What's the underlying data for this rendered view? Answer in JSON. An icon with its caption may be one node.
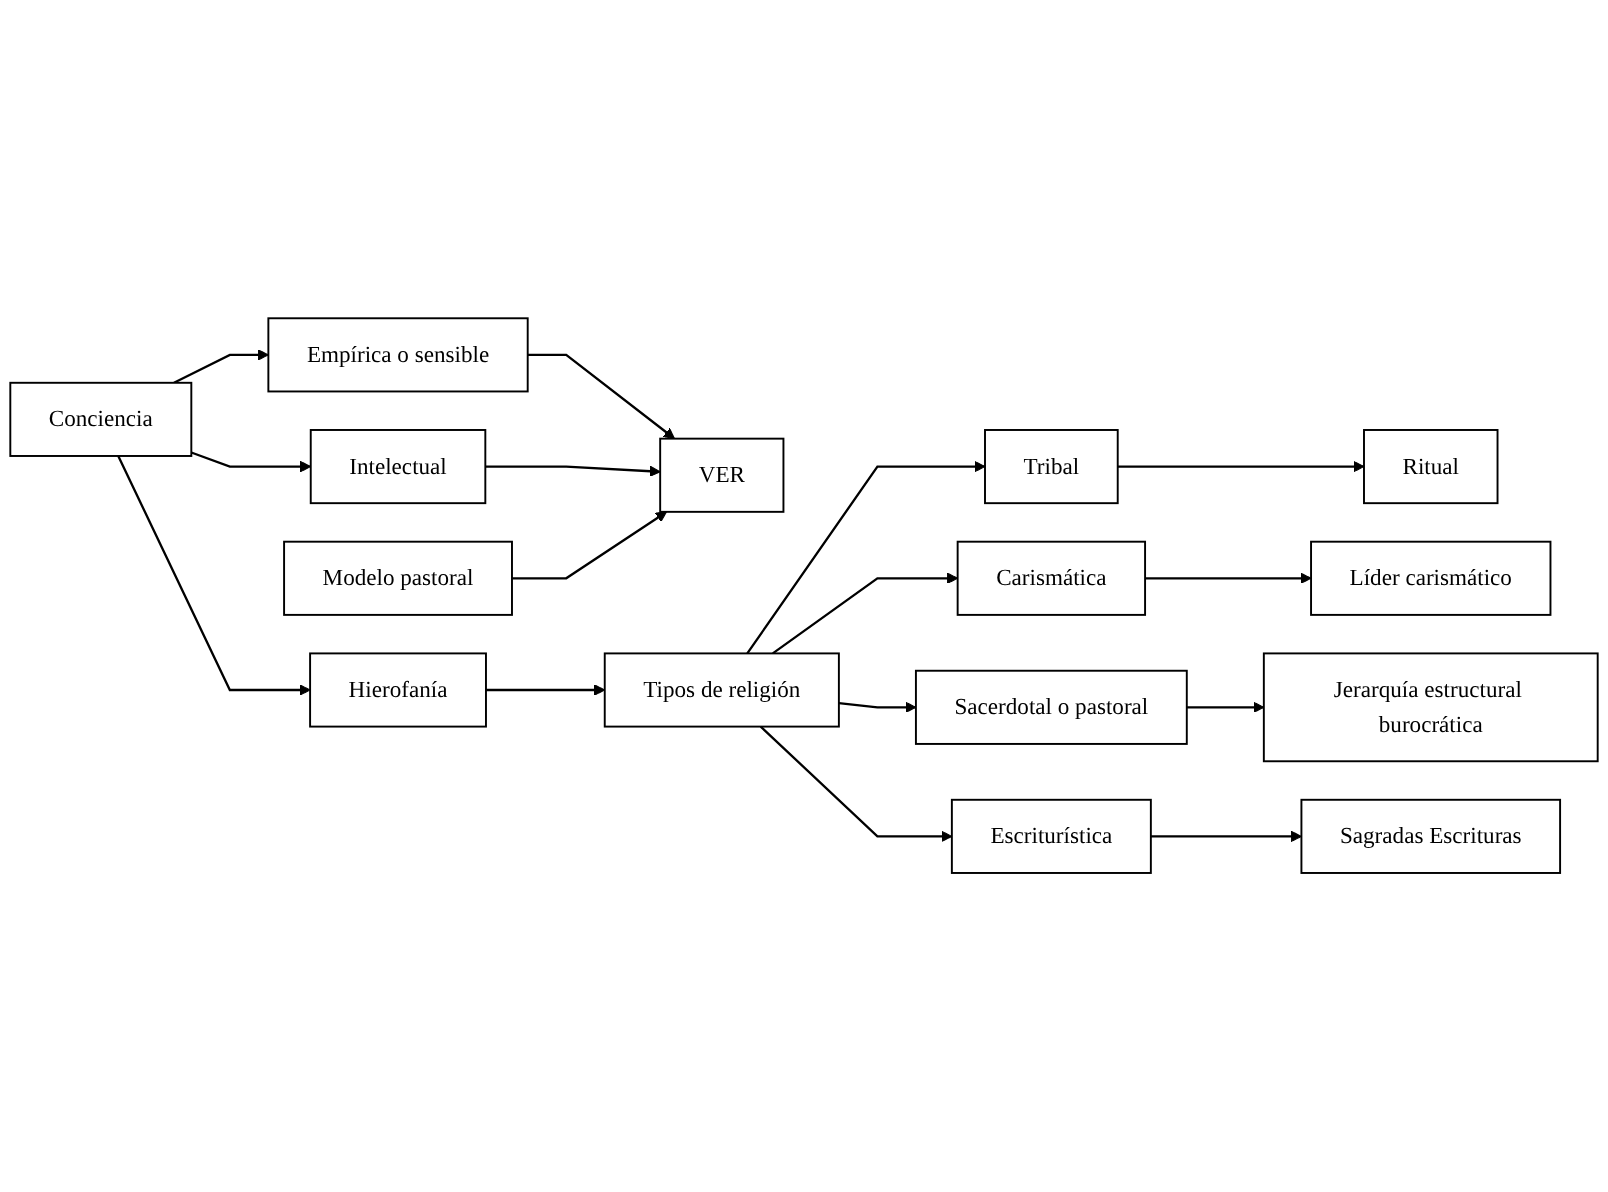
{
  "diagram": {
    "nodes": [
      {
        "text": [
          "Conciencia"
        ]
      },
      {
        "text": [
          "Empírica o sensible"
        ]
      },
      {
        "text": [
          "Intelectual"
        ]
      },
      {
        "text": [
          "VER"
        ]
      },
      {
        "text": [
          "Modelo pastoral"
        ]
      },
      {
        "text": [
          "Hierofanía"
        ]
      },
      {
        "text": [
          "Tipos de religión"
        ]
      },
      {
        "text": [
          "Tribal"
        ]
      },
      {
        "text": [
          "Ritual"
        ]
      },
      {
        "text": [
          "Carismática"
        ]
      },
      {
        "text": [
          "Líder carismático"
        ]
      },
      {
        "text": [
          "Sacerdotal o pastoral"
        ]
      },
      {
        "text": [
          "Jerarquía estructural burocrática"
        ]
      },
      {
        "text": [
          "Escriturística"
        ]
      },
      {
        "text": [
          "Sagradas Escrituras"
        ]
      }
    ],
    "edges": [
      {
        "from": 0,
        "to": 1,
        "arrow": "to"
      },
      {
        "from": 0,
        "to": 2,
        "arrow": "to"
      },
      {
        "from": 1,
        "to": 3,
        "arrow": "to"
      },
      {
        "from": 2,
        "to": 3,
        "arrow": "to"
      },
      {
        "from": 4,
        "to": 3,
        "arrow": "to"
      },
      {
        "from": 0,
        "to": 5,
        "arrow": "to"
      },
      {
        "from": 5,
        "to": 6,
        "arrow": "to"
      },
      {
        "from": 6,
        "to": 7,
        "arrow": "to"
      },
      {
        "from": 6,
        "to": 9,
        "arrow": "to"
      },
      {
        "from": 6,
        "to": 11,
        "arrow": "to"
      },
      {
        "from": 6,
        "to": 13,
        "arrow": "to"
      },
      {
        "from": 7,
        "to": 8,
        "arrow": "to"
      },
      {
        "from": 9,
        "to": 10,
        "arrow": "to"
      },
      {
        "from": 11,
        "to": 12,
        "arrow": "to"
      },
      {
        "from": 13,
        "to": 14,
        "arrow": "to"
      }
    ]
  }
}
